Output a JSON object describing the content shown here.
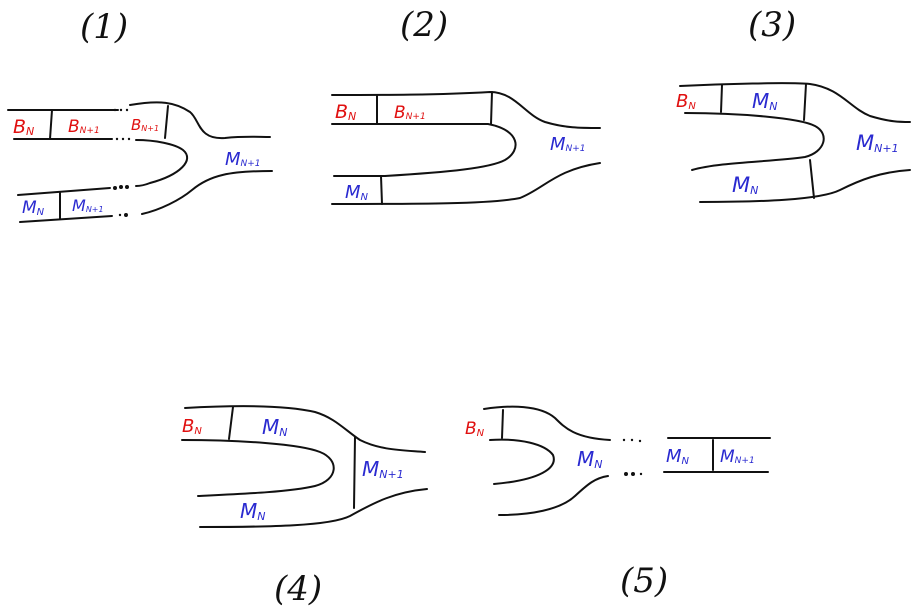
{
  "colors": {
    "red": "#e01010",
    "blue": "#2a2ad0",
    "ink": "#111111"
  },
  "panels": [
    {
      "number": "(1)",
      "labels": {
        "b1": "B",
        "b1_sub": "N",
        "b2": "B",
        "b2_sub": "N+1",
        "b3": "B",
        "b3_sub": "N+1",
        "m1": "M",
        "m1_sub": "N",
        "m2": "M",
        "m2_sub": "N+1",
        "m3": "M",
        "m3_sub": "N+1"
      }
    },
    {
      "number": "(2)",
      "labels": {
        "b1": "B",
        "b1_sub": "N",
        "b2": "B",
        "b2_sub": "N+1",
        "m1": "M",
        "m1_sub": "N",
        "m2": "M",
        "m2_sub": "N+1"
      }
    },
    {
      "number": "(3)",
      "labels": {
        "b1": "B",
        "b1_sub": "N",
        "m1": "M",
        "m1_sub": "N",
        "m2": "M",
        "m2_sub": "N",
        "m3": "M",
        "m3_sub": "N+1"
      }
    },
    {
      "number": "(4)",
      "labels": {
        "b1": "B",
        "b1_sub": "N",
        "m1": "M",
        "m1_sub": "N",
        "m2": "M",
        "m2_sub": "N",
        "m3": "M",
        "m3_sub": "N+1"
      }
    },
    {
      "number": "(5)",
      "labels": {
        "b1": "B",
        "b1_sub": "N",
        "m1": "M",
        "m1_sub": "N",
        "m2": "M",
        "m2_sub": "N",
        "m3": "M",
        "m3_sub": "N+1"
      }
    }
  ]
}
